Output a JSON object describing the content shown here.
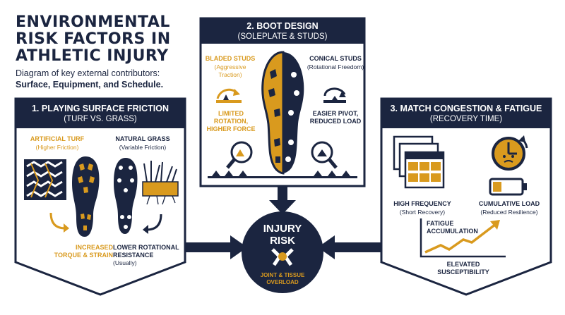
{
  "title": {
    "line1": "ENVIRONMENTAL",
    "line2": "RISK FACTORS IN",
    "line3": "ATHLETIC INJURY",
    "subtitle_prefix": "Diagram of key external contributors:",
    "subtitle_items": "Surface, Equipment, and Schedule."
  },
  "panel1": {
    "heading": "1. PLAYING SURFACE FRICTION",
    "subheading": "(TURF VS. GRASS)",
    "turf_label": "ARTIFICIAL TURF",
    "turf_sub": "(Higher Friction)",
    "grass_label": "NATURAL GRASS",
    "grass_sub": "(Variable Friction)",
    "turf_effect_1": "INCREASED",
    "turf_effect_2": "TORQUE & STRAIN",
    "grass_effect_1": "LOWER ROTATIONAL",
    "grass_effect_2": "RESISTANCE",
    "grass_effect_3": "(Usually)"
  },
  "panel2": {
    "heading": "2. BOOT DESIGN",
    "subheading": "(SOLEPLATE & STUDS)",
    "bladed_label": "BLADED STUDS",
    "bladed_sub": "(Aggressive Traction)",
    "conical_label": "CONICAL STUDS",
    "conical_sub": "(Rotational Freedom)",
    "bladed_effect_1": "LIMITED ROTATION,",
    "bladed_effect_2": "HIGHER FORCE",
    "conical_effect_1": "EASIER PIVOT,",
    "conical_effect_2": "REDUCED LOAD"
  },
  "panel3": {
    "heading": "3. MATCH CONGESTION & FATIGUE",
    "subheading": "(RECOVERY TIME)",
    "freq_label": "HIGH FREQUENCY",
    "freq_sub": "(Short Recovery)",
    "load_label": "CUMULATIVE LOAD",
    "load_sub": "(Reduced Resilience)",
    "fatigue_1": "FATIGUE",
    "fatigue_2": "ACCUMULATION",
    "elevated_1": "ELEVATED",
    "elevated_2": "SUSCEPTIBILITY"
  },
  "center": {
    "line1": "INJURY",
    "line2": "RISK",
    "sub1": "JOINT & TISSUE",
    "sub2": "OVERLOAD"
  },
  "colors": {
    "navy": "#1b2540",
    "gold": "#d99a1e",
    "white": "#ffffff"
  },
  "icons": [
    "turf-weave-icon",
    "turf-boot-sole-icon",
    "grass-boot-sole-icon",
    "grass-roots-icon",
    "bladed-sole-icon",
    "conical-sole-icon",
    "magnifier-icon",
    "calendar-stack-icon",
    "clock-face-icon",
    "battery-icon",
    "trend-line-icon",
    "knee-joint-icon"
  ]
}
